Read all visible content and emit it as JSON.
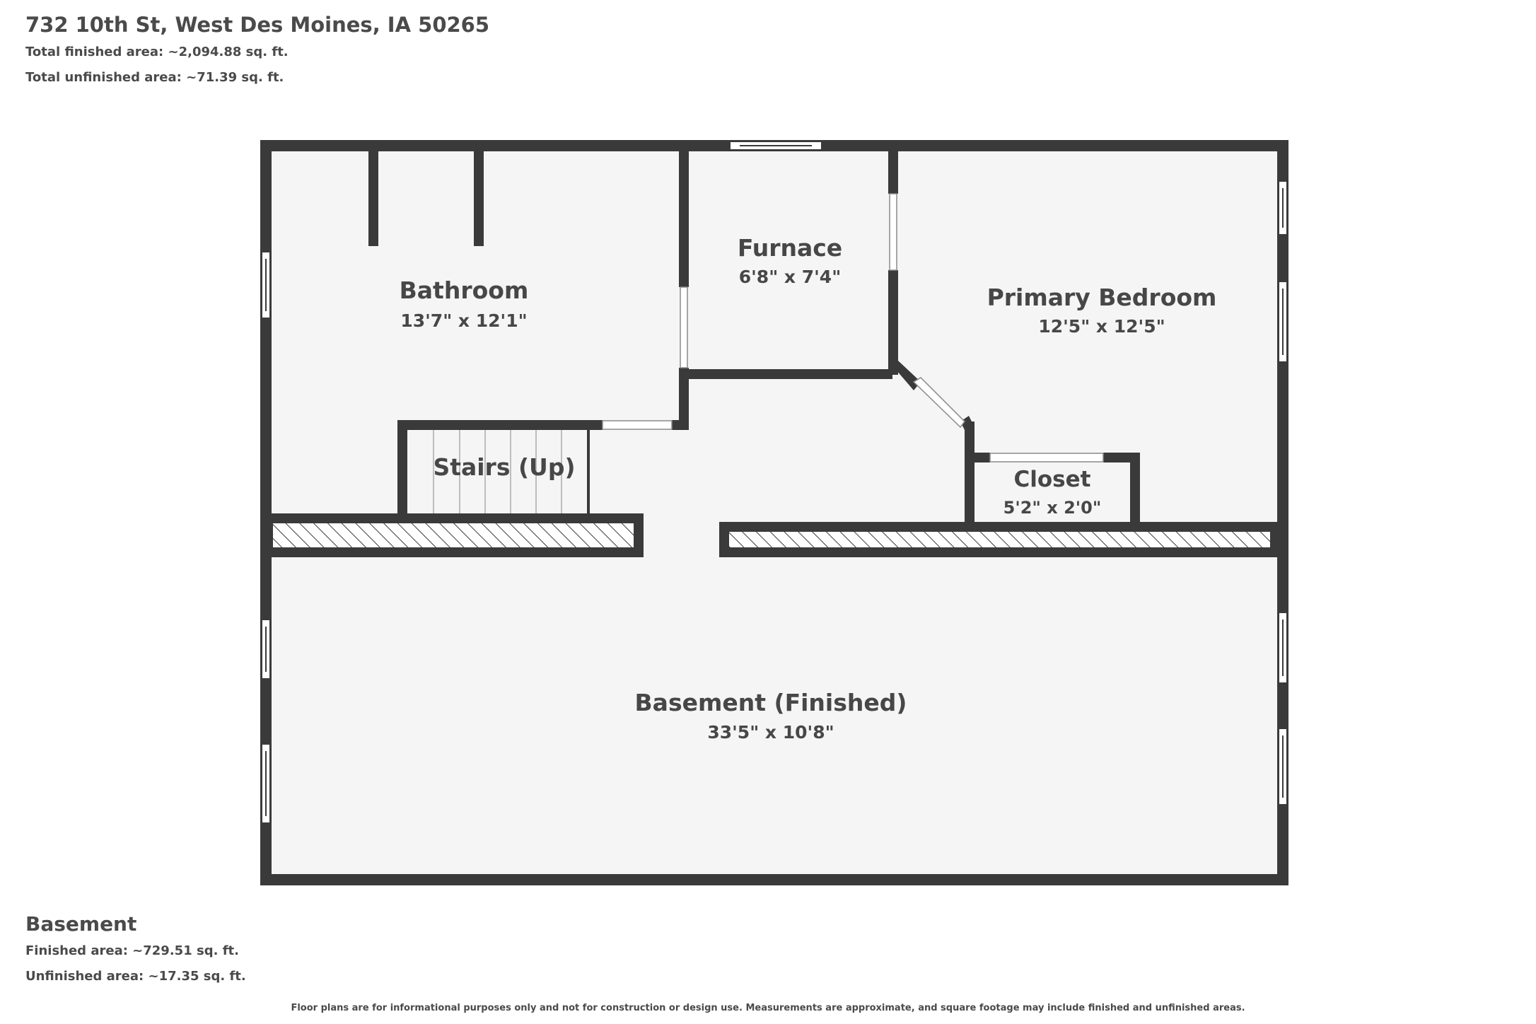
{
  "header": {
    "address": "732 10th St, West Des Moines, IA 50265",
    "total_finished": "Total finished area: ~2,094.88 sq. ft.",
    "total_unfinished": "Total unfinished area: ~71.39 sq. ft."
  },
  "rooms": {
    "bathroom": {
      "name": "Bathroom",
      "dims": "13'7\" x 12'1\""
    },
    "furnace": {
      "name": "Furnace",
      "dims": "6'8\" x 7'4\""
    },
    "primary_bedroom": {
      "name": "Primary Bedroom",
      "dims": "12'5\" x 12'5\""
    },
    "stairs": {
      "name": "Stairs (Up)"
    },
    "closet": {
      "name": "Closet",
      "dims": "5'2\" x 2'0\""
    },
    "basement": {
      "name": "Basement (Finished)",
      "dims": "33'5\" x 10'8\""
    }
  },
  "floor": {
    "name": "Basement",
    "finished": "Finished area: ~729.51 sq. ft.",
    "unfinished": "Unfinished area: ~17.35 sq. ft."
  },
  "disclaimer": "Floor plans are for informational purposes only and not for construction or design use. Measurements are approximate, and square footage may include finished and unfinished areas.",
  "colors": {
    "wall": "#3a3a3a",
    "floor": "#f5f5f5",
    "text": "#474747"
  }
}
